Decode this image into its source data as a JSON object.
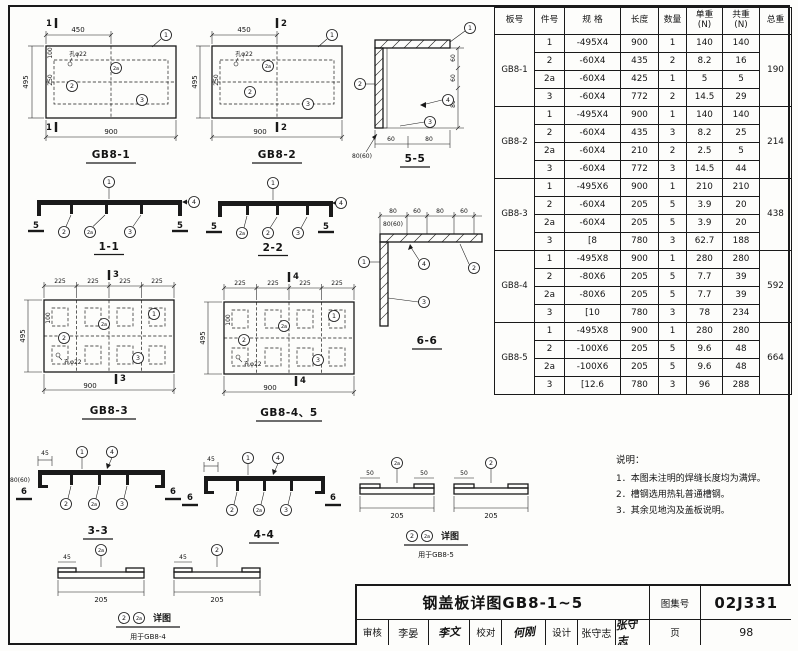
{
  "callouts": {
    "n1": "1",
    "n2": "2",
    "n2a": "2a",
    "n3": "3",
    "n4": "4"
  },
  "flags": {
    "f1": "1",
    "f2": "2",
    "f3": "3",
    "f4": "4",
    "f5": "5",
    "f6": "6"
  },
  "dims": {
    "d45": "45",
    "d50": "50",
    "d60": "60",
    "d80": "80",
    "d100": "100",
    "d205": "205",
    "d225": "225",
    "d250": "250",
    "d450": "450",
    "d495": "495",
    "d900": "900",
    "d8060": "80(60)",
    "hole": "孔φ22"
  },
  "titles": {
    "gb81": "GB8-1",
    "gb82": "GB8-2",
    "gb83": "GB8-3",
    "gb845": "GB8-4、5",
    "s11": "1-1",
    "s22": "2-2",
    "s33": "3-3",
    "s44": "4-4",
    "s55": "5-5",
    "s66": "6-6"
  },
  "details": {
    "caption": "详图",
    "use4": "用于GB8-4",
    "use5": "用于GB8-5"
  },
  "notes": {
    "heading": "说明：",
    "items": [
      "1．本图未注明的焊缝长度均为满焊。",
      "2．槽钢选用热轧普通槽钢。",
      "3．其余见地沟及盖板说明。"
    ]
  },
  "table": {
    "headers": [
      "板号",
      "件号",
      "规 格",
      "长度",
      "数量",
      "单重\n(N)",
      "共重\n(N)",
      "总重"
    ],
    "groups": [
      {
        "name": "GB8-1",
        "total": "190",
        "rows": [
          [
            "1",
            "-495X4",
            "900",
            "1",
            "140",
            "140"
          ],
          [
            "2",
            "-60X4",
            "435",
            "2",
            "8.2",
            "16"
          ],
          [
            "2a",
            "-60X4",
            "425",
            "1",
            "5",
            "5"
          ],
          [
            "3",
            "-60X4",
            "772",
            "2",
            "14.5",
            "29"
          ]
        ]
      },
      {
        "name": "GB8-2",
        "total": "214",
        "rows": [
          [
            "1",
            "-495X4",
            "900",
            "1",
            "140",
            "140"
          ],
          [
            "2",
            "-60X4",
            "435",
            "3",
            "8.2",
            "25"
          ],
          [
            "2a",
            "-60X4",
            "210",
            "2",
            "2.5",
            "5"
          ],
          [
            "3",
            "-60X4",
            "772",
            "3",
            "14.5",
            "44"
          ]
        ]
      },
      {
        "name": "GB8-3",
        "total": "438",
        "rows": [
          [
            "1",
            "-495X6",
            "900",
            "1",
            "210",
            "210"
          ],
          [
            "2",
            "-60X4",
            "205",
            "5",
            "3.9",
            "20"
          ],
          [
            "2a",
            "-60X4",
            "205",
            "5",
            "3.9",
            "20"
          ],
          [
            "3",
            "[8",
            "780",
            "3",
            "62.7",
            "188"
          ]
        ]
      },
      {
        "name": "GB8-4",
        "total": "592",
        "rows": [
          [
            "1",
            "-495X8",
            "900",
            "1",
            "280",
            "280"
          ],
          [
            "2",
            "-80X6",
            "205",
            "5",
            "7.7",
            "39"
          ],
          [
            "2a",
            "-80X6",
            "205",
            "5",
            "7.7",
            "39"
          ],
          [
            "3",
            "[10",
            "780",
            "3",
            "78",
            "234"
          ]
        ]
      },
      {
        "name": "GB8-5",
        "total": "664",
        "rows": [
          [
            "1",
            "-495X8",
            "900",
            "1",
            "280",
            "280"
          ],
          [
            "2",
            "-100X6",
            "205",
            "5",
            "9.6",
            "48"
          ],
          [
            "2a",
            "-100X6",
            "205",
            "5",
            "9.6",
            "48"
          ],
          [
            "3",
            "[12.6",
            "780",
            "3",
            "96",
            "288"
          ]
        ]
      }
    ]
  },
  "titleblock": {
    "title": "钢盖板详图GB8-1~5",
    "atlas_label": "图集号",
    "atlas_no": "02J331",
    "page_label": "页",
    "page_no": "98",
    "review_label": "审核",
    "reviewer": "李晏",
    "review_sig": "李文",
    "check_label": "校对",
    "check_sig": "何刚",
    "design_label": "设计",
    "designer": "张守志",
    "design_sig": "张守志"
  }
}
